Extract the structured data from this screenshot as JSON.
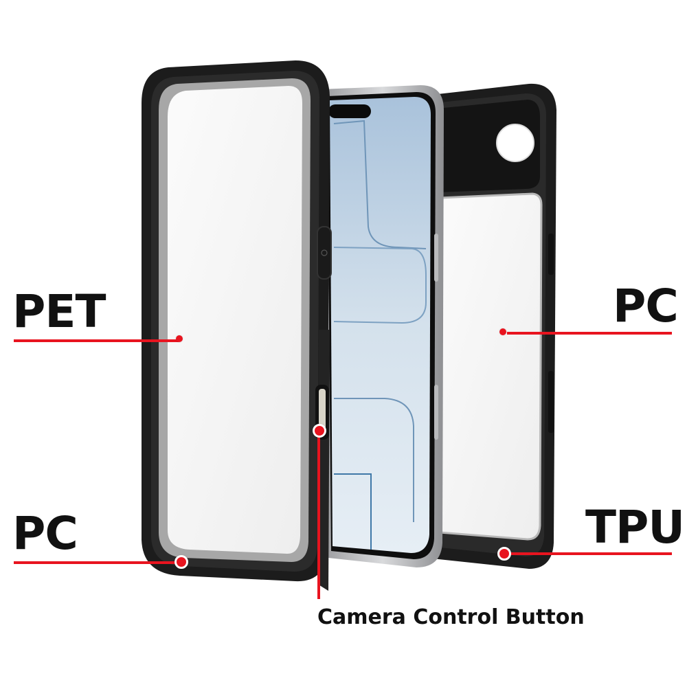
{
  "product": {
    "description": "Exploded view of waterproof phone case: front frame, phone, back case"
  },
  "callouts": [
    {
      "id": "front-film",
      "label": "PET",
      "side": "left"
    },
    {
      "id": "back-panel",
      "label": "PC",
      "side": "right"
    },
    {
      "id": "front-frame",
      "label": "PC",
      "side": "left"
    },
    {
      "id": "bumper",
      "label": "TPU",
      "side": "right"
    },
    {
      "id": "camera-control",
      "label": "Camera Control Button",
      "side": "bottom"
    }
  ],
  "colors": {
    "accent_red": "#e8141f",
    "frame_black": "#1c1c1c",
    "text": "#111111",
    "screen_blue": "#b9cfe2",
    "phone_silver": "#c8c9cb"
  },
  "icons": [
    "power-button-icon",
    "camera-lens-cutout",
    "callout-dot-icon"
  ]
}
